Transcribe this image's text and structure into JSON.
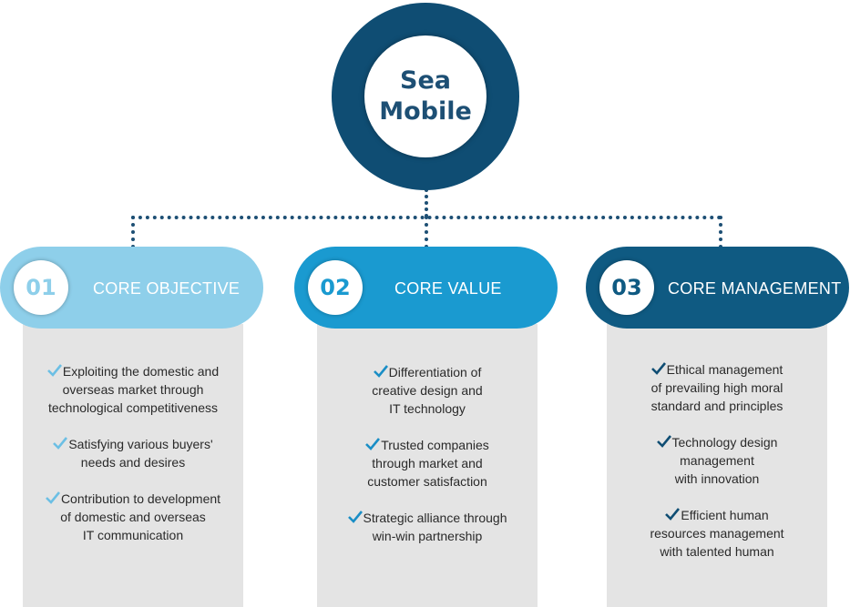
{
  "hub": {
    "line1": "Sea",
    "line2": "Mobile",
    "color": "#0f4d73"
  },
  "columns": [
    {
      "number": "01",
      "title": "CORE OBJECTIVE",
      "pill_color": "#8ecfea",
      "number_color": "#8ecfea",
      "check_color": "#6cbfe4",
      "check_icon": "checkmark-icon",
      "items": [
        "Exploiting the domestic and\noverseas market through\ntechnological competitiveness",
        "Satisfying various buyers'\nneeds and desires",
        "Contribution to development\nof domestic and overseas\nIT communication"
      ]
    },
    {
      "number": "02",
      "title": "CORE VALUE",
      "pill_color": "#1a9ad0",
      "number_color": "#1a9ad0",
      "check_color": "#1a8ec6",
      "check_icon": "checkmark-icon",
      "items": [
        "Differentiation of\ncreative design and\nIT technology",
        "Trusted companies\nthrough market and\ncustomer satisfaction",
        "Strategic alliance through\nwin-win partnership"
      ]
    },
    {
      "number": "03",
      "title": "CORE MANAGEMENT",
      "pill_color": "#0f5a82",
      "number_color": "#0f5a82",
      "check_color": "#0f4d73",
      "check_icon": "checkmark-icon",
      "items": [
        "Ethical management\nof prevailing high moral\nstandard and principles",
        "Technology design\nmanagement\nwith innovation",
        "Efficient human\nresources management\nwith talented  human"
      ]
    }
  ]
}
